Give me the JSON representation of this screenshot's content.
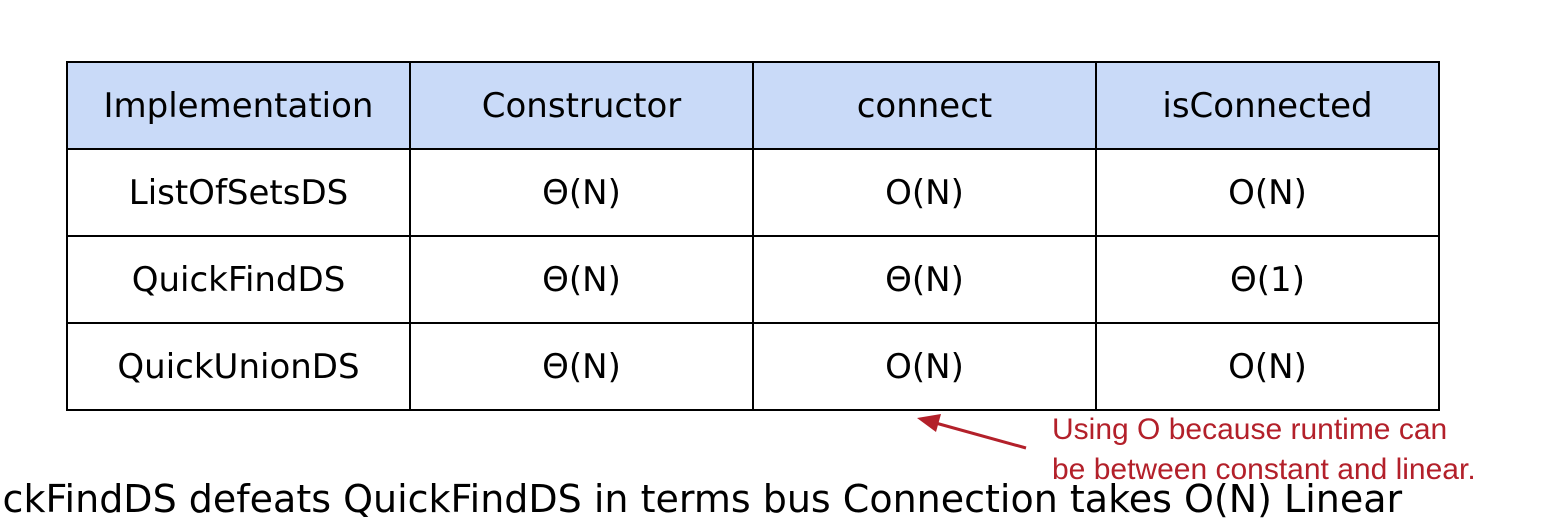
{
  "table": {
    "headers": [
      "Implementation",
      "Constructor",
      "connect",
      "isConnected"
    ],
    "rows": [
      [
        "ListOfSetsDS",
        "Θ(N)",
        "O(N)",
        "O(N)"
      ],
      [
        "QuickFindDS",
        "Θ(N)",
        "Θ(N)",
        "Θ(1)"
      ],
      [
        "QuickUnionDS",
        "Θ(N)",
        "O(N)",
        "O(N)"
      ]
    ]
  },
  "annotation": {
    "line1": "Using O because runtime can",
    "line2": "be between constant and linear.",
    "color": "#b3202a"
  },
  "colors": {
    "header_background": "#c9daf8",
    "border": "#000000"
  },
  "cutoff_text": "ickFindDS defeats QuickFindDS in terms bus Connection takes O(N) Linear"
}
